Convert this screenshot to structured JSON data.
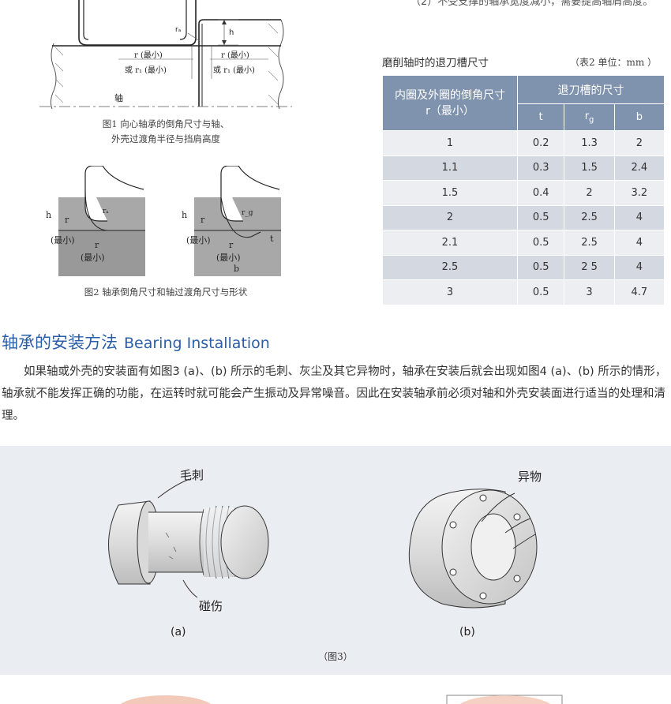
{
  "top_note": "（2）不受支撑的轴承宽度减小，需要提高轴肩高度。",
  "fig1": {
    "label_ra": "rₐ",
    "label_h": "h",
    "left_r": "r (最小)",
    "left_r1": "或  r₁ (最小)",
    "right_r": "r (最小)",
    "right_r1": "或  r₁ (最小)",
    "shaft": "轴",
    "caption_line1": "图1  向心轴承的倒角尺寸与轴、",
    "caption_line2": "外壳过渡角半径与挡肩高度"
  },
  "fig2": {
    "a_h": "h",
    "a_r": "r",
    "a_ra": "rₐ",
    "a_min1": "(最小)",
    "a_r2": "r",
    "a_min2": "(最小)",
    "b_h": "h",
    "b_r": "r",
    "b_rg": "r_g",
    "b_min1": "(最小)",
    "b_r2": "r",
    "b_min2": "(最小)",
    "b_t": "t",
    "b_b": "b",
    "caption": "图2  轴承倒角尺寸和轴过渡角尺寸与形状"
  },
  "table": {
    "title": "磨削轴时的退刀槽尺寸",
    "unit": "（表2  单位：mm ）",
    "header_left": "内圈及外圈的倒角尺寸",
    "header_left_sub": "r（最小）",
    "header_group": "退刀槽的尺寸",
    "col_t": "t",
    "col_rg": "r",
    "col_rg_sub": "g",
    "col_b": "b",
    "rows": [
      [
        "1",
        "0.2",
        "1.3",
        "2"
      ],
      [
        "1.1",
        "0.3",
        "1.5",
        "2.4"
      ],
      [
        "1.5",
        "0.4",
        "2",
        "3.2"
      ],
      [
        "2",
        "0.5",
        "2.5",
        "4"
      ],
      [
        "2.1",
        "0.5",
        "2.5",
        "4"
      ],
      [
        "2.5",
        "0.5",
        "2 5",
        "4"
      ],
      [
        "3",
        "0.5",
        "3",
        "4.7"
      ]
    ]
  },
  "section": {
    "title_cn": "轴承的安装方法",
    "title_en": "Bearing Installation",
    "paragraph": "如果轴或外壳的安装面有如图3 (a)、(b) 所示的毛刺、灰尘及其它异物时，轴承在安装后就会出现如图4 (a)、(b) 所示的情形，轴承就不能发挥正确的功能，在运转时就可能会产生振动及异常噪音。因此在安装轴承前必须对轴和外壳安装面进行适当的处理和清理。"
  },
  "fig3": {
    "label_burr": "毛刺",
    "label_dent": "碰伤",
    "label_foreign": "异物",
    "sub_a": "(a)",
    "sub_b": "(b)",
    "caption": "（图3）"
  }
}
